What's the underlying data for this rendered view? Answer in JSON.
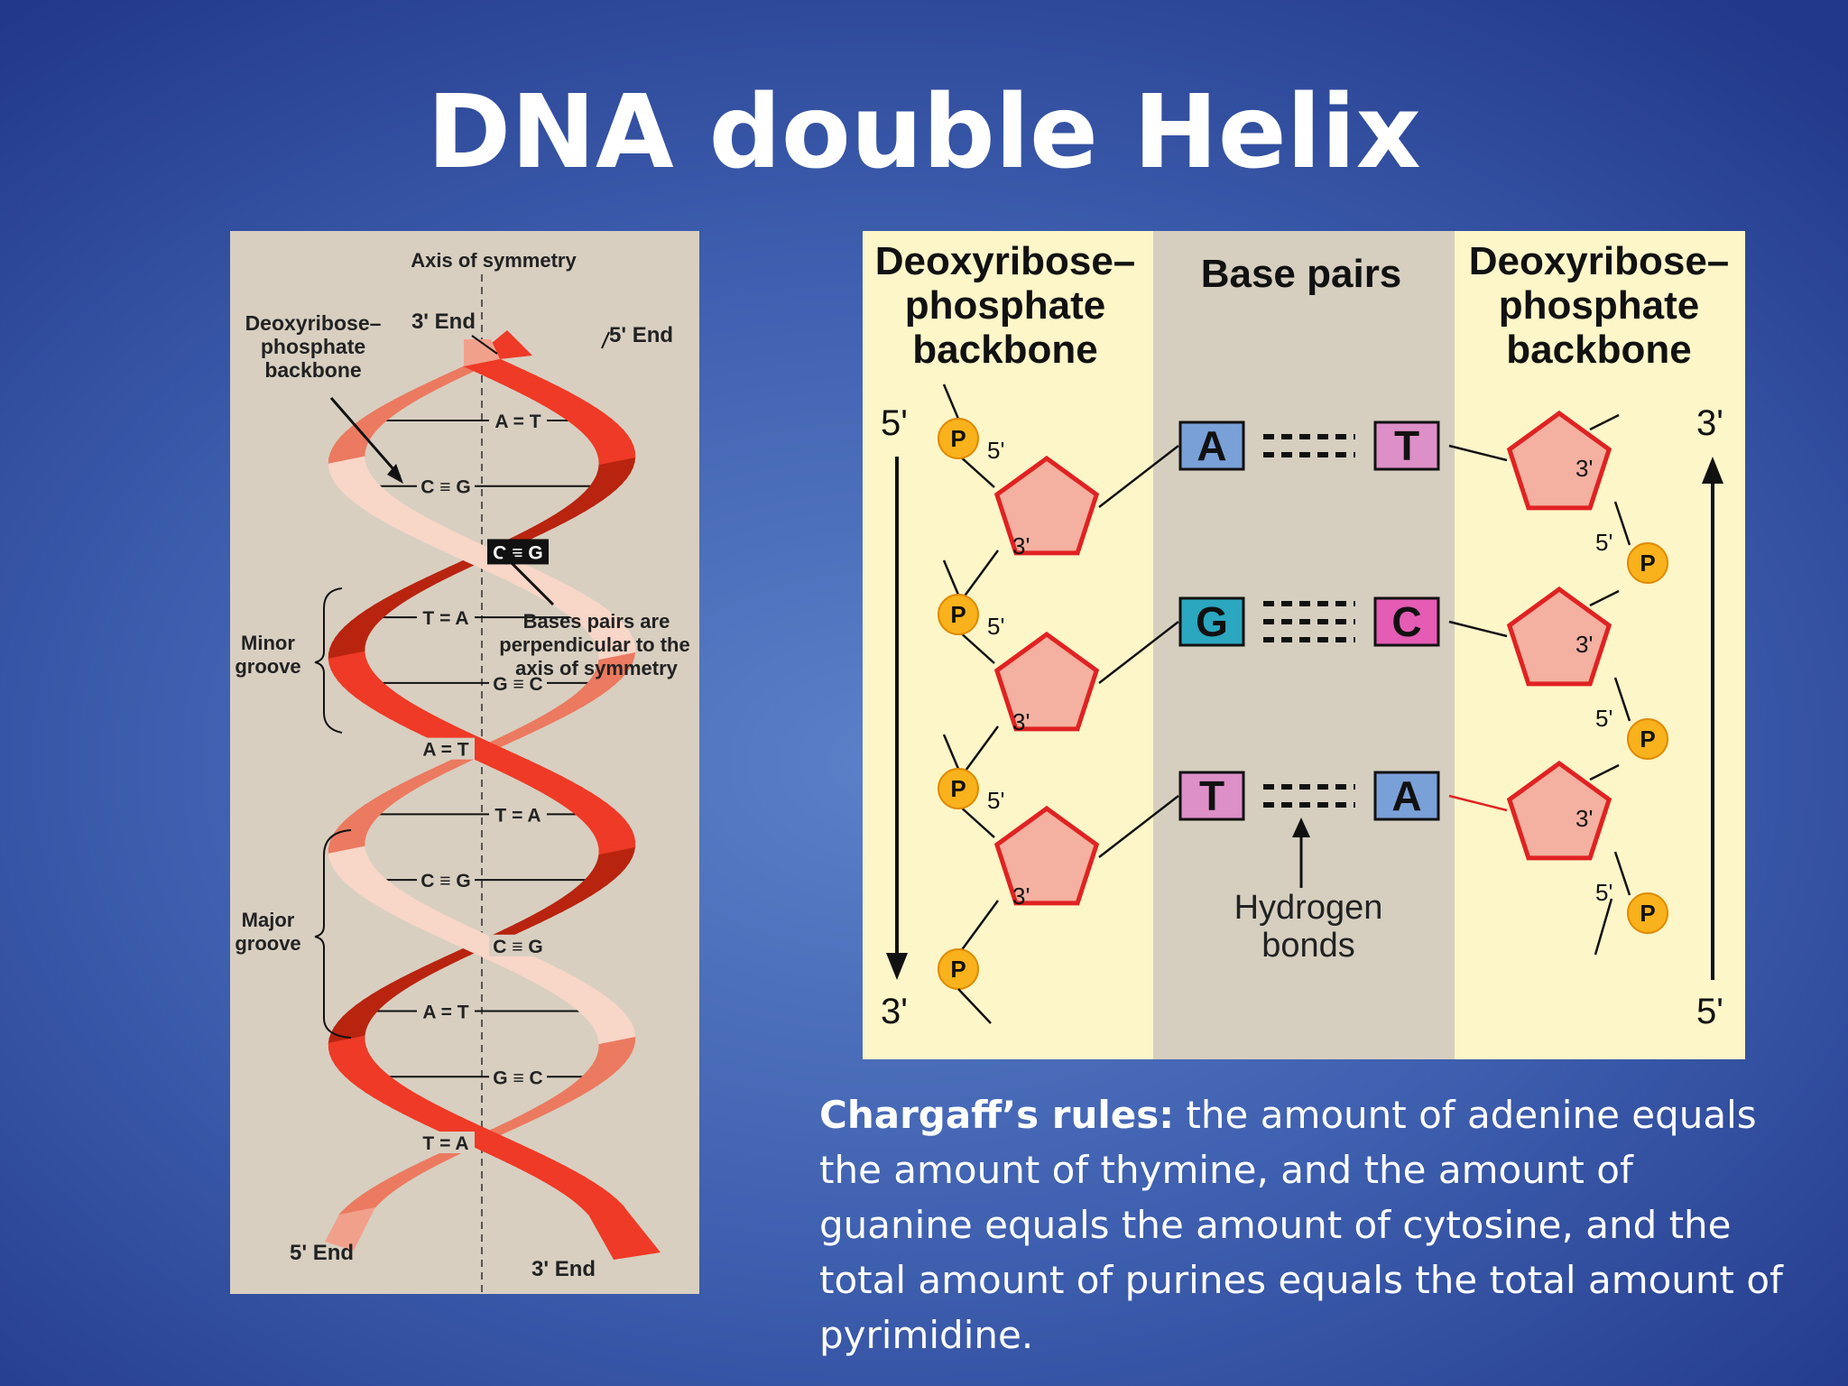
{
  "slide": {
    "title": "DNA double Helix",
    "rules_heading": "Chargaff’s rules:",
    "rules_body": " the amount of adenine equals the amount of thymine, and the amount of guanine equals the amount of cytosine, and the total amount of purines equals the total amount of pyrimidine."
  },
  "helix": {
    "axis_label": "Axis of symmetry",
    "backbone_label": [
      "Deoxyribose–",
      "phosphate",
      "backbone"
    ],
    "top_left_end": "3' End",
    "top_right_end": "5' End",
    "bottom_left_end": "5' End",
    "bottom_right_end": "3' End",
    "minor_groove": [
      "Minor",
      "groove"
    ],
    "major_groove": [
      "Major",
      "groove"
    ],
    "perpendicular_note": [
      "Bases pairs are",
      "perpendicular to the",
      "axis of symmetry"
    ],
    "pairs": [
      "A = T",
      "C ≡ G",
      "C ≡ G",
      "T = A",
      "G ≡ C",
      "A = T",
      "T = A",
      "C ≡ G",
      "C ≡ G",
      "A = T",
      "G ≡ C",
      "T = A"
    ],
    "colors": {
      "panel": "#d8cfc1",
      "ribbon_dark": "#e62e1c",
      "ribbon_light": "#f7c2b0"
    }
  },
  "pairing": {
    "left_header": [
      "Deoxyribose–",
      "phosphate",
      "backbone"
    ],
    "center_header": "Base pairs",
    "right_header": [
      "Deoxyribose–",
      "phosphate",
      "backbone"
    ],
    "left_top_end": "5'",
    "left_bottom_end": "3'",
    "right_top_end": "3'",
    "right_bottom_end": "5'",
    "phosphate": "P",
    "prime5": "5'",
    "prime3": "3'",
    "bases": [
      {
        "left": "A",
        "right": "T",
        "left_color": "#7aa0d8",
        "right_color": "#dd8fc8"
      },
      {
        "left": "G",
        "right": "C",
        "left_color": "#2ba7c0",
        "right_color": "#e45cb4"
      },
      {
        "left": "T",
        "right": "A",
        "left_color": "#dd8fc8",
        "right_color": "#7aa0d8"
      }
    ],
    "hydrogen_label": [
      "Hydrogen",
      "bonds"
    ],
    "colors": {
      "side_panel": "#fdf6c9",
      "center_panel": "#d6cfc0",
      "sugar_fill": "#f4b0a0",
      "sugar_stroke": "#e02222",
      "phosphate_fill": "#f9b21b"
    }
  }
}
